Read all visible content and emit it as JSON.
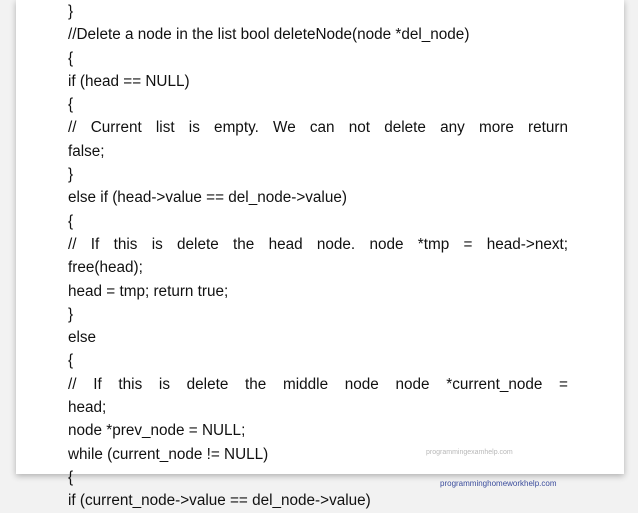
{
  "code_lines": [
    {
      "text": "}"
    },
    {
      "text": "//Delete  a  node  in  the  list bool  deleteNode(node  *del_node)"
    },
    {
      "text": "{"
    },
    {
      "text": "if  (head  ==  NULL)"
    },
    {
      "text": "{"
    },
    {
      "text": "//  Current  list  is  empty.  We  can  not  delete  any  more return",
      "justify": true
    },
    {
      "text": "false;"
    },
    {
      "text": "}"
    },
    {
      "text": "else  if  (head->value  ==  del_node->value)"
    },
    {
      "text": "{"
    },
    {
      "text": "//  If  this  is  delete  the  head  node. node  *tmp  =  head->next;",
      "justify": true
    },
    {
      "text": "free(head);"
    },
    {
      "text": "head  =  tmp; return  true;"
    },
    {
      "text": "}"
    },
    {
      "text": "else"
    },
    {
      "text": "{"
    },
    {
      "text": "//  If  this  is  delete  the  middle  node node  *current_node  =",
      "justify": true
    },
    {
      "text": "head;"
    },
    {
      "text": "node  *prev_node  =  NULL;"
    },
    {
      "text": "while  (current_node  !=  NULL)"
    },
    {
      "text": "{"
    },
    {
      "text": "if  (current_node->value  ==  del_node->value)"
    }
  ],
  "watermark": "programmingexamhelp.com",
  "footer_link": "programminghomeworkhelp.com"
}
